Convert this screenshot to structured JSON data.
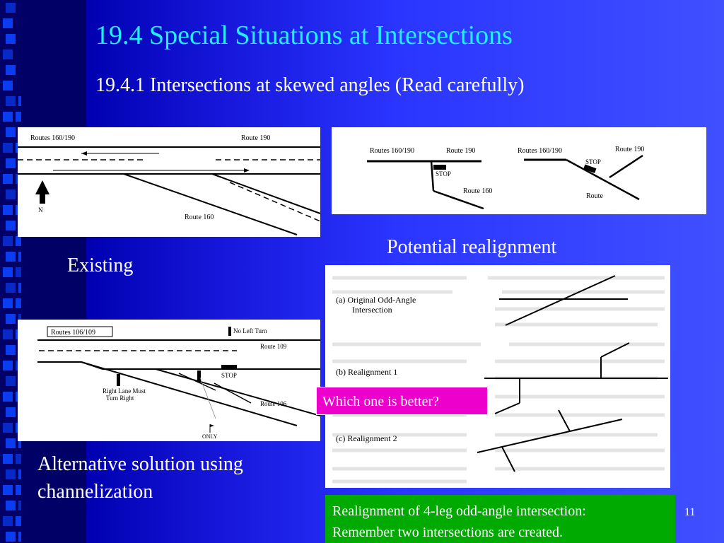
{
  "slide": {
    "title": "19.4 Special Situations at Intersections",
    "subtitle": "19.4.1 Intersections at skewed angles (Read carefully)",
    "page_number": "11"
  },
  "captions": {
    "existing": "Existing",
    "potential": "Potential realignment",
    "alternative_line1": "Alternative solution using",
    "alternative_line2": "channelization"
  },
  "callouts": {
    "question": "Which one is better?",
    "note_line1": "Realignment of 4-leg odd-angle intersection:",
    "note_line2": "Remember two intersections are created."
  },
  "fig_existing": {
    "routes_label": "Routes 160/190",
    "route190_label": "Route 190",
    "route160_label": "Route 160",
    "north_label": "N"
  },
  "fig_potential": {
    "left_routes_label": "Routes 160/190",
    "left_route190_label": "Route 190",
    "left_stop_label": "STOP",
    "left_route160_label": "Route 160",
    "right_routes_label": "Routes 160/190",
    "right_route190_label": "Route 190",
    "right_stop_label": "STOP",
    "right_route_label": "Route"
  },
  "fig_channel": {
    "routes_label": "Routes 106/109",
    "no_left_turn_label": "No Left Turn",
    "route109_label": "Route 109",
    "stop_label": "STOP",
    "right_lane_line1": "Right Lane Must",
    "right_lane_line2": "Turn Right",
    "route106_label": "Route 106",
    "only_label": "ONLY"
  },
  "fig_realign": {
    "a_line1": "(a) Original Odd-Angle",
    "a_line2": "Intersection",
    "b_label": "(b) Realignment 1",
    "c_label": "(c) Realignment 2"
  }
}
